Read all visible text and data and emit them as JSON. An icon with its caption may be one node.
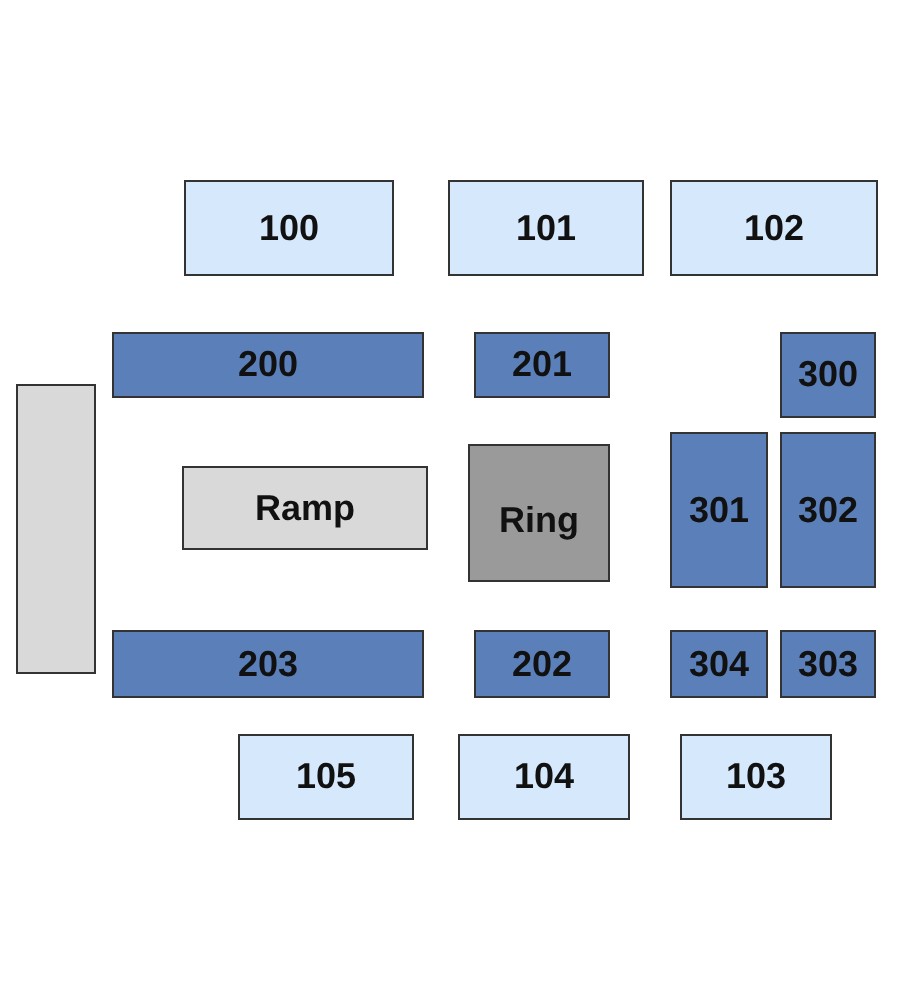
{
  "diagram": {
    "nodes": [
      {
        "text": [
          "100"
        ]
      },
      {
        "text": [
          "101"
        ]
      },
      {
        "text": [
          "102"
        ]
      },
      {
        "text": [
          "200"
        ]
      },
      {
        "text": [
          "201"
        ]
      },
      {
        "text": [
          "300"
        ]
      },
      {
        "text": [],
        "shape": "box"
      },
      {
        "text": [
          "Ramp"
        ]
      },
      {
        "text": [
          "Ring"
        ]
      },
      {
        "text": [
          "301"
        ]
      },
      {
        "text": [
          "302"
        ]
      },
      {
        "text": [
          "203"
        ]
      },
      {
        "text": [
          "202"
        ]
      },
      {
        "text": [
          "304"
        ]
      },
      {
        "text": [
          "303"
        ]
      },
      {
        "text": [
          "105"
        ]
      },
      {
        "text": [
          "104"
        ]
      },
      {
        "text": [
          "103"
        ]
      }
    ]
  }
}
